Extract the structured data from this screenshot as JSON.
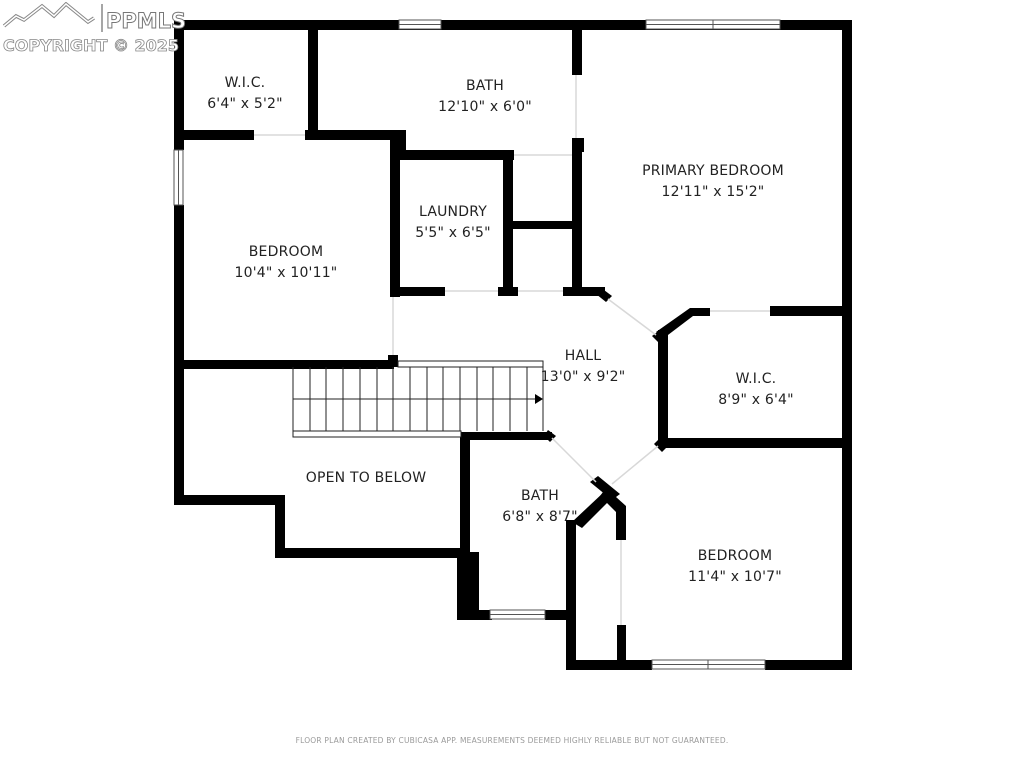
{
  "watermark": {
    "brand": "PPMLS",
    "copyright": "COPYRIGHT © 2025"
  },
  "rooms": {
    "wic_top": {
      "name": "W.I.C.",
      "size": "6'4\" x 5'2\""
    },
    "bath_top": {
      "name": "BATH",
      "size": "12'10\" x 6'0\""
    },
    "primary_bedroom": {
      "name": "PRIMARY BEDROOM",
      "size": "12'11\" x 15'2\""
    },
    "bedroom_left": {
      "name": "BEDROOM",
      "size": "10'4\" x 10'11\""
    },
    "laundry": {
      "name": "LAUNDRY",
      "size": "5'5\" x 6'5\""
    },
    "hall": {
      "name": "HALL",
      "size": "13'0\" x 9'2\""
    },
    "wic_right": {
      "name": "W.I.C.",
      "size": "8'9\" x 6'4\""
    },
    "open_to_below": {
      "name": "OPEN TO BELOW"
    },
    "bath_bottom": {
      "name": "BATH",
      "size": "6'8\" x 8'7\""
    },
    "bedroom_bottom": {
      "name": "BEDROOM",
      "size": "11'4\" x 10'7\""
    }
  },
  "footer": {
    "disclaimer": "FLOOR PLAN CREATED BY CUBICASA APP. MEASUREMENTS DEEMED HIGHLY RELIABLE BUT NOT GUARANTEED."
  },
  "colors": {
    "wall": "#000000",
    "background": "#ffffff",
    "text": "#222222",
    "footer_text": "#9a9a9a"
  }
}
